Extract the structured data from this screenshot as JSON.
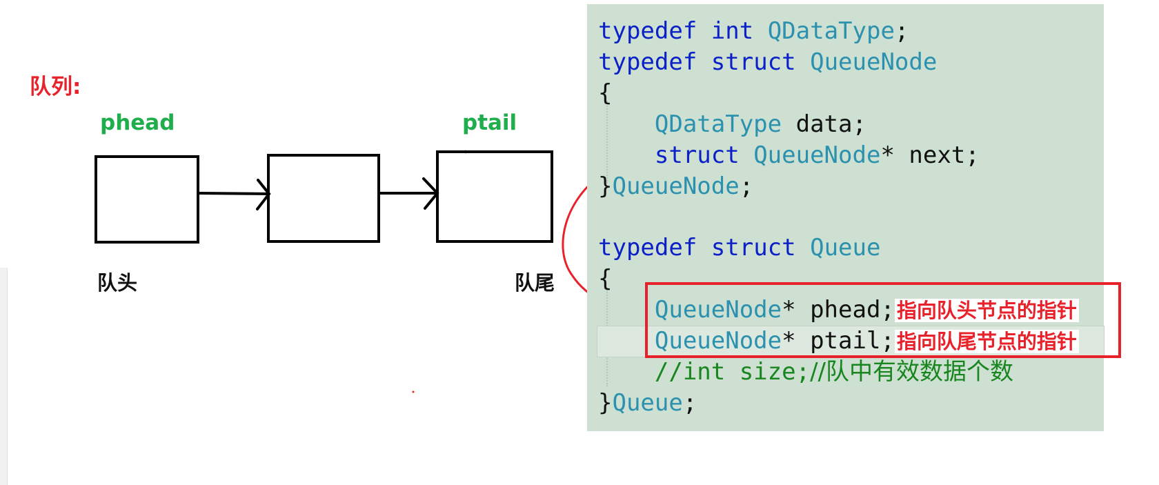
{
  "title": "队列:",
  "pointers": {
    "head": "phead",
    "tail": "ptail"
  },
  "positions": {
    "head": "队头",
    "tail": "队尾"
  },
  "colors": {
    "red": "#e8222b",
    "green": "#1fae4b",
    "keyword": "#0b21c7",
    "type": "#2b91af",
    "comment": "#18851e",
    "panel": "#cde0d1"
  },
  "code": {
    "l1": {
      "kw": "typedef",
      "kw2": "int",
      "ty": "QDataType",
      "rest": ";"
    },
    "l2": {
      "kw": "typedef",
      "kw2": "struct",
      "ty": "QueueNode"
    },
    "l3": "{",
    "l4": {
      "ty": "QDataType",
      "rest": " data;"
    },
    "l5": {
      "kw": "struct",
      "ty": "QueueNode",
      "rest": "* next;"
    },
    "l6": {
      "brace": "}",
      "ty": "QueueNode",
      "rest": ";"
    },
    "l8": {
      "kw": "typedef",
      "kw2": "struct",
      "ty": "Queue"
    },
    "l9": "{",
    "l10": {
      "ty": "QueueNode",
      "rest": "* phead;",
      "anno": "指向队头节点的指针"
    },
    "l11": {
      "ty": "QueueNode",
      "rest": "* ptail;",
      "anno": "指向队尾节点的指针"
    },
    "l12": {
      "cm1": "//int size;",
      "cm2": "//队中有效数据个数"
    },
    "l13": {
      "brace": "}",
      "ty": "Queue",
      "rest": ";"
    }
  }
}
